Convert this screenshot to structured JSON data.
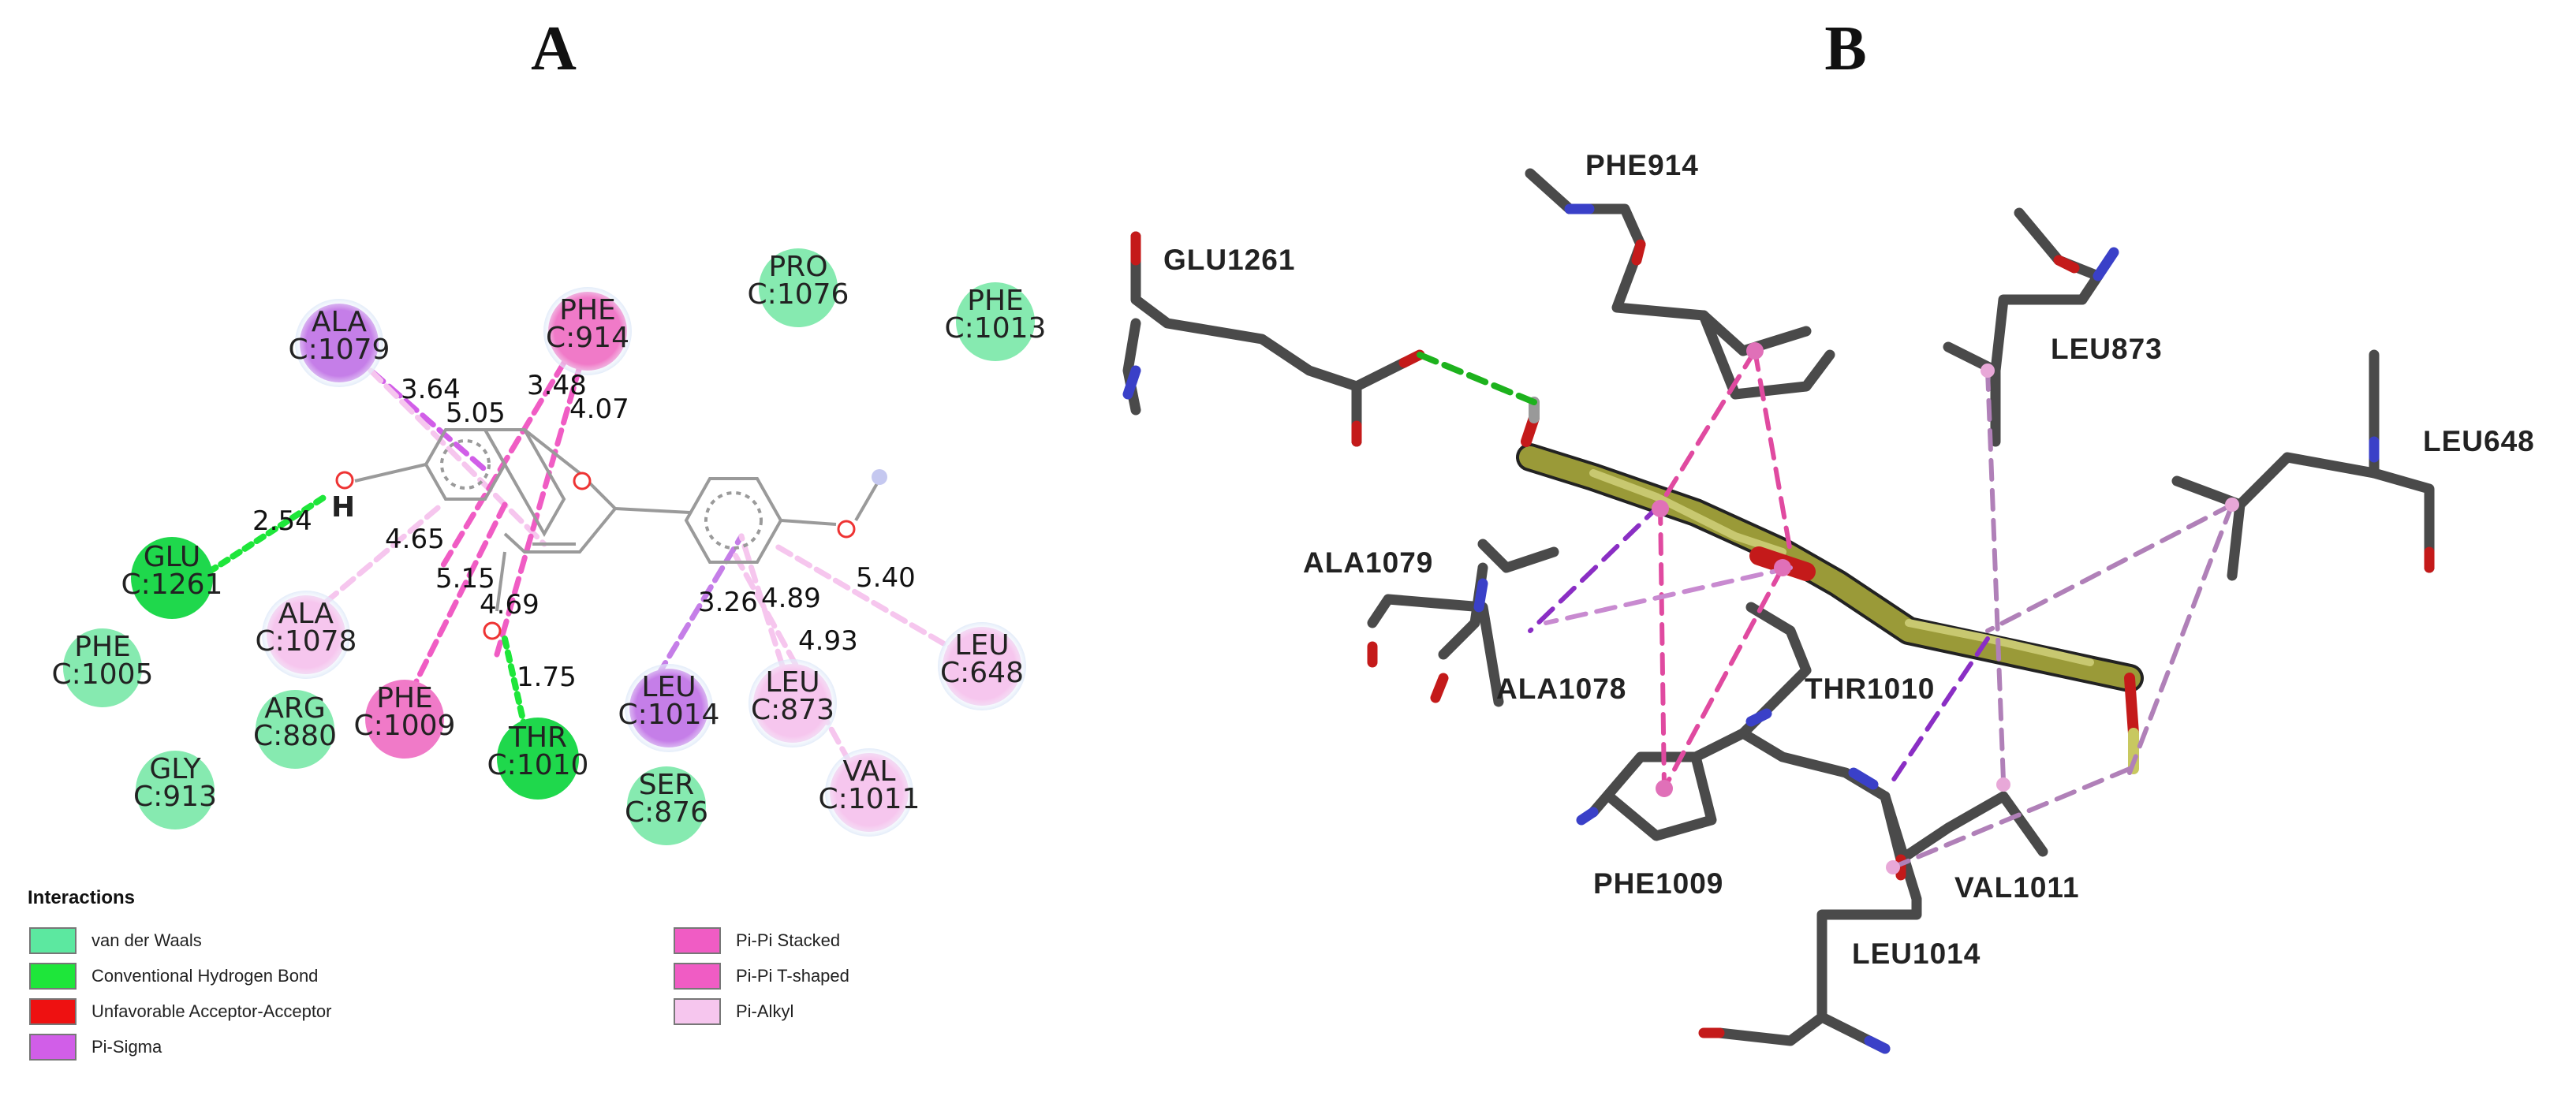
{
  "panels": {
    "a_letter": "A",
    "b_letter": "B"
  },
  "residues_2d": [
    {
      "name": "ALA",
      "chain": "C:1079",
      "color": "#c57ee8"
    },
    {
      "name": "PHE",
      "chain": "C:914",
      "color": "#f07ac8"
    },
    {
      "name": "PRO",
      "chain": "C:1076",
      "color": "#86eab0"
    },
    {
      "name": "PHE",
      "chain": "C:1013",
      "color": "#86eab0"
    },
    {
      "name": "GLU",
      "chain": "C:1261",
      "color": "#1fd84c"
    },
    {
      "name": "PHE",
      "chain": "C:1005",
      "color": "#86eab0"
    },
    {
      "name": "ALA",
      "chain": "C:1078",
      "color": "#f6c6ee"
    },
    {
      "name": "ARG",
      "chain": "C:880",
      "color": "#86eab0"
    },
    {
      "name": "GLY",
      "chain": "C:913",
      "color": "#86eab0"
    },
    {
      "name": "PHE",
      "chain": "C:1009",
      "color": "#f07ac8"
    },
    {
      "name": "THR",
      "chain": "C:1010",
      "color": "#1fd84c"
    },
    {
      "name": "SER",
      "chain": "C:876",
      "color": "#86eab0"
    },
    {
      "name": "LEU",
      "chain": "C:1014",
      "color": "#c57ee8"
    },
    {
      "name": "LEU",
      "chain": "C:873",
      "color": "#f6c6ee"
    },
    {
      "name": "VAL",
      "chain": "C:1011",
      "color": "#f6c6ee"
    },
    {
      "name": "LEU",
      "chain": "C:648",
      "color": "#f6c6ee"
    }
  ],
  "distances": [
    "3.64",
    "5.05",
    "3.48",
    "4.07",
    "2.54",
    "4.65",
    "5.15",
    "4.69",
    "1.75",
    "3.26",
    "4.89",
    "4.93",
    "5.40"
  ],
  "atom_labels": {
    "h": "H",
    "o1": "O",
    "o2": "O",
    "o3": "O",
    "o4": "O"
  },
  "legend": {
    "title": "Interactions",
    "items": [
      {
        "label": "van der Waals",
        "color": "#5ce8a0"
      },
      {
        "label": "Conventional Hydrogen Bond",
        "color": "#1ee63a"
      },
      {
        "label": "Unfavorable Acceptor-Acceptor",
        "color": "#ee1111"
      },
      {
        "label": "Pi-Sigma",
        "color": "#d15ee8"
      },
      {
        "label": "Pi-Pi Stacked",
        "color": "#f05cc4"
      },
      {
        "label": "Pi-Pi T-shaped",
        "color": "#f05cc4"
      },
      {
        "label": "Pi-Alkyl",
        "color": "#f6c6ee"
      }
    ]
  },
  "labels_3d": [
    "PHE914",
    "GLU1261",
    "LEU873",
    "LEU648",
    "ALA1079",
    "ALA1078",
    "THR1010",
    "PHE1009",
    "VAL1011",
    "LEU1014"
  ]
}
